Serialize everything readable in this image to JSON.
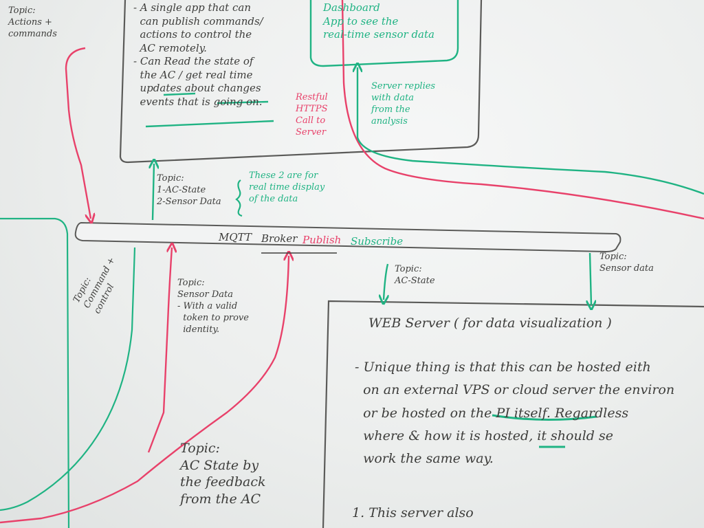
{
  "board": {
    "topic_actions": "Topic:\nActions +\ncommands",
    "app_box_lines": "- A single app that can\n  can publish commands/\n  actions to control the\n  AC remotely.\n- Can Read the state of\n  the AC / get real time\n  updates about changes\n  events that is going on.",
    "green_box_lines": "Dashboard\nApp to see the\nreal-time sensor data",
    "restful": "Restful\nHTTPS\nCall to\nServer",
    "server_replies": "Server replies\nwith data\nfrom the\nanalysis",
    "topic_left": "Topic:\n1-AC-State\n2-Sensor Data",
    "these_two": "These 2 are for\nreal time display\nof the data",
    "broker": {
      "name": "MQTT",
      "broker": "Broker",
      "publish": "Publish",
      "subscribe": "Subscribe"
    },
    "topic_ac_state": "Topic:\nAC-State",
    "topic_sensor_right": "Topic:\nSensor data",
    "topic_command": "Topic:\nCommand +\ncontrol",
    "topic_sensor_mid": "Topic:\nSensor Data\n- With a valid\n  token to prove\n  identity.",
    "topic_ac_feedback": "Topic:\nAC State by\nthe feedback\nfrom the AC",
    "web_title": "WEB Server ( for data visualization )",
    "web_lines": "- Unique thing is that this can be hosted eith\n  on an external VPS or cloud server the environ\n  or be hosted on the PI itself. Regardless\n  where & how it is hosted, it should se\n  work the same way.",
    "web_item1": "1. This server also"
  },
  "colors": {
    "ink_black": "#3d3d3b",
    "ink_green": "#1fb383",
    "ink_red": "#e8416a"
  }
}
